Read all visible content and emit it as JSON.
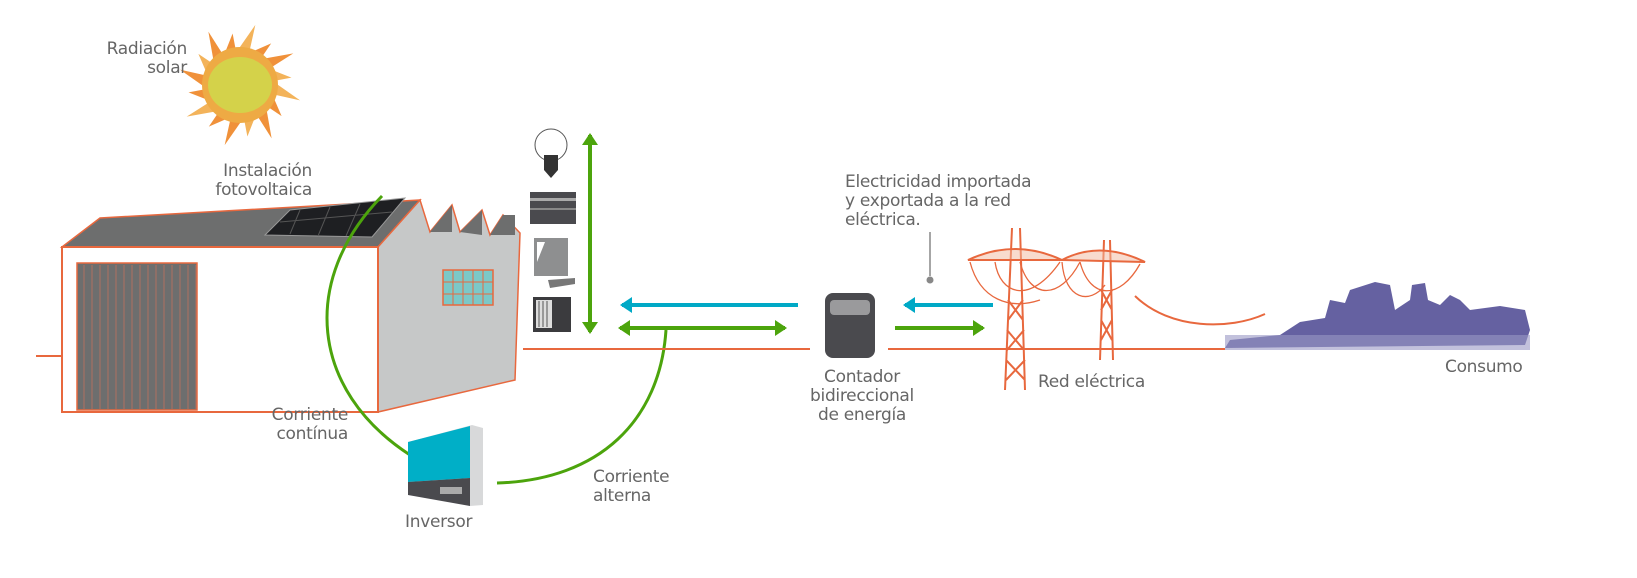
{
  "labels": {
    "solar_radiation": [
      "Radiación",
      "solar"
    ],
    "pv_installation": [
      "Instalación",
      "fotovoltaica"
    ],
    "direct_current": [
      "Corriente",
      "contínua"
    ],
    "inverter": "Inversor",
    "alternating_current": [
      "Corriente",
      "alterna"
    ],
    "grid_note": [
      "Electricidad importada",
      "y exportada a la red",
      "eléctrica."
    ],
    "meter": [
      "Contador",
      "bidireccional",
      "de energía"
    ],
    "grid": "Red eléctrica",
    "consumption": "Consumo"
  },
  "colors": {
    "text": "#666666",
    "green_flow": "#4ca40c",
    "cyan_flow": "#00a9c6",
    "orange_line": "#e8683e",
    "sun_core": "#d4d24a",
    "sun_rays": "#f0913a",
    "building_roof": "#6d6e6e",
    "building_side": "#c6c8c8",
    "meter_body": "#4a4a4e",
    "inverter_screen": "#00afc7",
    "city": "#4a4590"
  },
  "icons": [
    "sun-icon",
    "factory-building-icon",
    "solar-panel-icon",
    "light-bulb-icon",
    "printer-icon",
    "computer-icon",
    "appliance-icon",
    "inverter-icon",
    "energy-meter-icon",
    "power-tower-icon",
    "city-skyline-icon"
  ]
}
